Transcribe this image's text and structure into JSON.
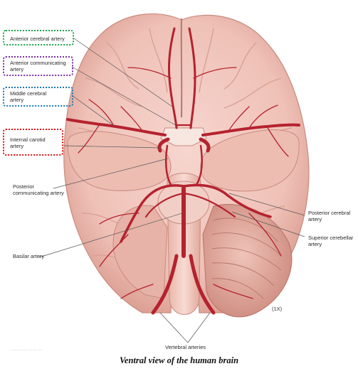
{
  "labels": {
    "anterior_cerebral": "Anterior cerebral artery",
    "anterior_communicating": "Anterior communicating artery",
    "middle_cerebral": "Middle cerebral artery",
    "internal_carotid": "Internal carotid artery",
    "posterior_communicating": "Posterior communicating artery",
    "basilar": "Basilar artery",
    "posterior_cerebral": "Posterior cerebral artery",
    "superior_cerebellar": "Superior cerebellar artery",
    "vertebral": "Vertebral arteries"
  },
  "scale_note": "(1X)",
  "caption": "Ventral view of the human brain",
  "colors": {
    "highlight_anterior_cerebral": "#1aa34a",
    "highlight_anterior_communicating": "#7b2fa8",
    "highlight_middle_cerebral": "#1f78b4",
    "highlight_internal_carotid": "#e01010",
    "brain_tissue": "#f1c6bd",
    "artery": "#b5222e"
  }
}
